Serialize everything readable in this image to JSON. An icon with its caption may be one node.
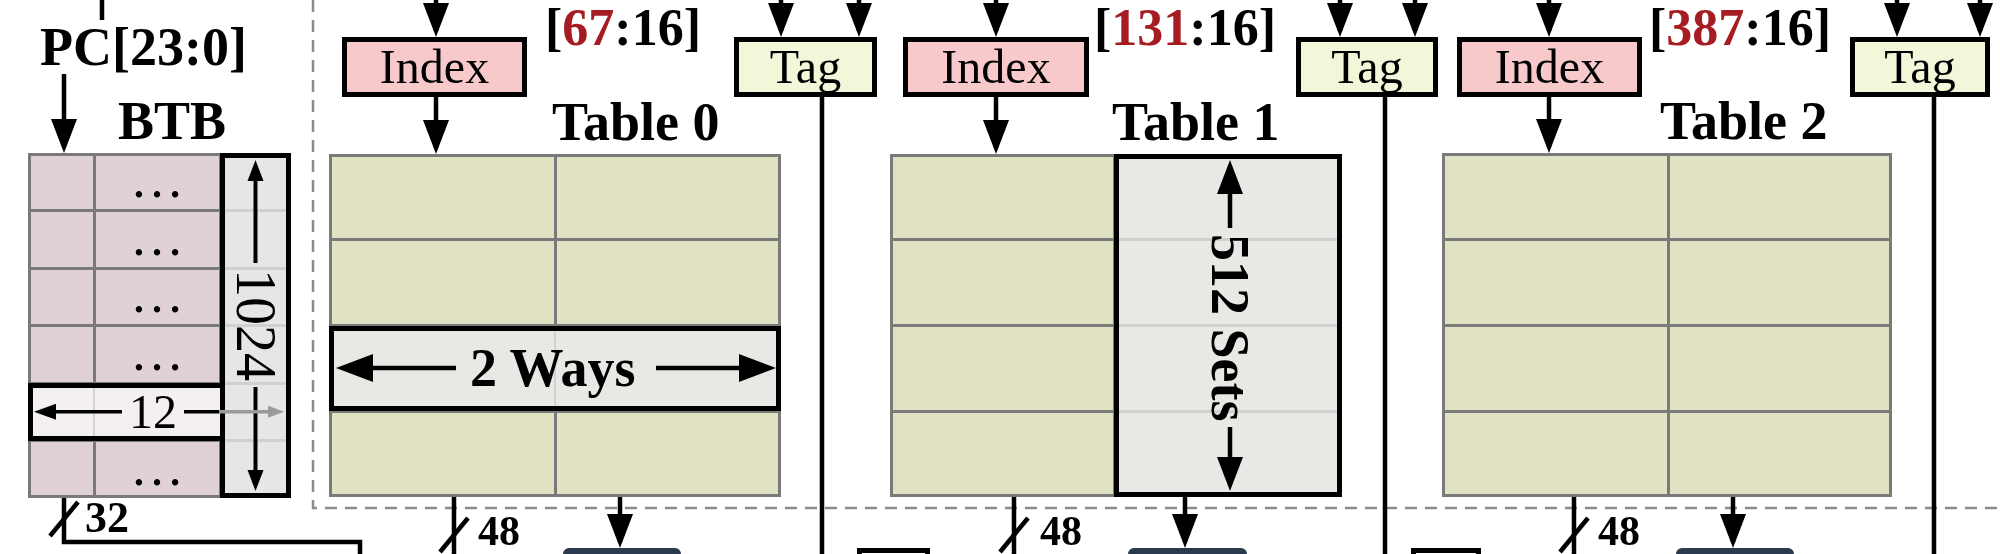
{
  "diagram": {
    "nodes": [
      {
        "text": [
          "PC[23:0]"
        ]
      },
      {
        "text": [
          "BTB"
        ]
      },
      {
        "text": [
          "Index"
        ]
      },
      {
        "text": [
          "Tag"
        ]
      },
      {
        "text": [
          "Table 0"
        ]
      },
      {
        "text": [
          "Index"
        ]
      },
      {
        "text": [
          "Tag"
        ]
      },
      {
        "text": [
          "Table 1"
        ]
      },
      {
        "text": [
          "Index"
        ]
      },
      {
        "text": [
          "Tag"
        ]
      },
      {
        "text": [
          "Table 2"
        ]
      },
      {
        "text": [],
        "shape": "box"
      },
      {
        "text": [],
        "shape": "box"
      },
      {
        "text": [],
        "shape": "box"
      },
      {
        "text": [],
        "shape": "box"
      },
      {
        "text": [],
        "shape": "box"
      }
    ],
    "edges": [
      {
        "from": null,
        "to": 0,
        "arrow": "none"
      },
      {
        "from": 0,
        "to": 1,
        "arrow": "to"
      },
      {
        "from": 1,
        "to": null,
        "arrow": "none"
      },
      {
        "from": null,
        "to": 2,
        "arrow": "to"
      },
      {
        "from": 2,
        "to": 4,
        "arrow": "to"
      },
      {
        "from": null,
        "to": 3,
        "arrow": "to"
      },
      {
        "from": null,
        "to": 3,
        "arrow": "to"
      },
      {
        "from": 3,
        "to": null,
        "arrow": "none"
      },
      {
        "from": 4,
        "to": null,
        "arrow": "none"
      },
      {
        "from": 4,
        "to": 11,
        "arrow": "to"
      },
      {
        "from": null,
        "to": 5,
        "arrow": "to"
      },
      {
        "from": 5,
        "to": 7,
        "arrow": "to"
      },
      {
        "from": null,
        "to": 6,
        "arrow": "to"
      },
      {
        "from": null,
        "to": 6,
        "arrow": "to"
      },
      {
        "from": 6,
        "to": null,
        "arrow": "none"
      },
      {
        "from": 7,
        "to": null,
        "arrow": "none"
      },
      {
        "from": 7,
        "to": 13,
        "arrow": "to"
      },
      {
        "from": null,
        "to": 8,
        "arrow": "to"
      },
      {
        "from": 8,
        "to": 10,
        "arrow": "to"
      },
      {
        "from": null,
        "to": 9,
        "arrow": "to"
      },
      {
        "from": null,
        "to": 9,
        "arrow": "to"
      },
      {
        "from": 9,
        "to": null,
        "arrow": "none"
      },
      {
        "from": 10,
        "to": null,
        "arrow": "none"
      },
      {
        "from": 10,
        "to": 15,
        "arrow": "to"
      }
    ],
    "labels": [
      "[67:16]",
      "[131:16]",
      "[387:16]",
      "…",
      "…",
      "…",
      "…",
      "1024",
      "512 Sets",
      "2 Ways",
      "12",
      "…",
      "32",
      "48",
      "48",
      "48"
    ]
  }
}
